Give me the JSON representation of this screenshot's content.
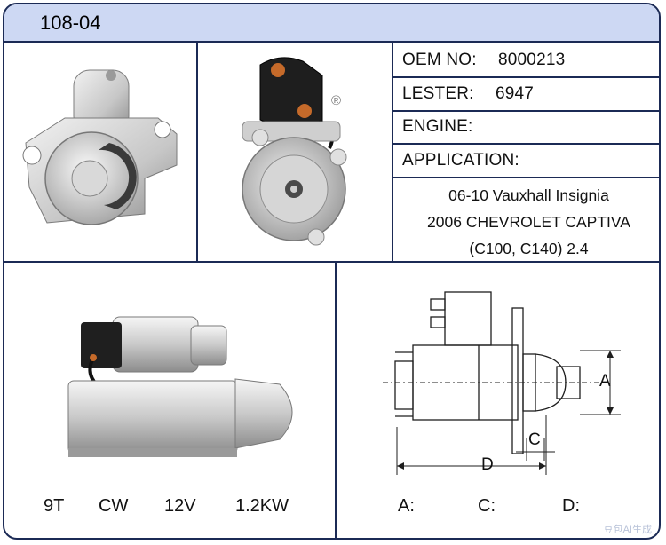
{
  "header": {
    "code": "108-04"
  },
  "specs_table": {
    "oem_no_label": "OEM NO:",
    "oem_no_value": "8000213",
    "lester_label": "LESTER:",
    "lester_value": "6947",
    "engine_label": "ENGINE:",
    "application_label": "APPLICATION:",
    "application_lines": [
      "06-10 Vauxhall Insignia",
      "2006 CHEVROLET CAPTIVA",
      "(C100, C140) 2.4"
    ]
  },
  "electrical_specs": {
    "teeth": "9T",
    "rotation": "CW",
    "voltage": "12V",
    "power": "1.2KW"
  },
  "drawing": {
    "dim_a_tag": "A",
    "dim_c_tag": "C",
    "dim_d_tag": "D",
    "dim_a_label": "A:",
    "dim_c_label": "C:",
    "dim_d_label": "D:"
  },
  "registered_mark": "®",
  "watermark": "豆包AI生成",
  "colors": {
    "border": "#1b2a55",
    "header_bg": "#cdd8f3"
  }
}
